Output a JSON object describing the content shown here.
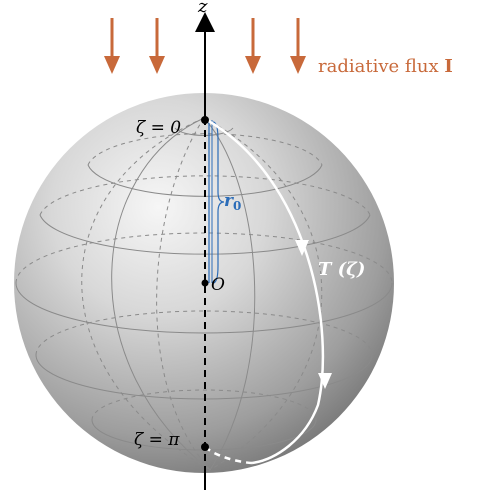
{
  "axis": {
    "label": "z"
  },
  "flux": {
    "label_text": "radiative flux ",
    "label_symbol": "I",
    "arrow_count": 4
  },
  "points": {
    "top_label": "ζ = 0",
    "center_label": "O",
    "bottom_label": "ζ = π"
  },
  "radius": {
    "label_main": "r",
    "label_sub": "0"
  },
  "path": {
    "label": "T (ζ)"
  },
  "colors": {
    "flux": "#c8693a",
    "radius": "#2b6cb8",
    "sphere_light": "#f4f4f4",
    "sphere_dark": "#6d6d6d",
    "grid": "#8a8a8a",
    "path": "#ffffff"
  }
}
